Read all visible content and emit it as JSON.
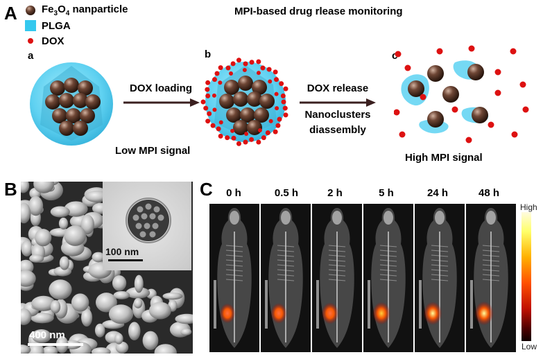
{
  "panelA": {
    "letter": "A",
    "title": "MPI-based drug rlease monitoring",
    "legend": [
      {
        "id": "fe",
        "main": "Fe",
        "sub1": "3",
        "mid": "O",
        "sub2": "4",
        "tail": " nanparticle",
        "color": "#5a3a2a"
      },
      {
        "id": "plga",
        "text": "PLGA",
        "color": "#34c8ee"
      },
      {
        "id": "dox",
        "text": "DOX",
        "color": "#dd1111"
      }
    ],
    "stages": [
      "a",
      "b",
      "c"
    ],
    "arrow1": "DOX loading",
    "arrow2": [
      "DOX release",
      "Nanoclusters",
      "diassembly"
    ],
    "low_signal": "Low MPI signal",
    "high_signal": "High MPI signal"
  },
  "panelB": {
    "letter": "B",
    "scale_main": "400 nm",
    "scale_inset": "100 nm"
  },
  "panelC": {
    "letter": "C",
    "times": [
      "0 h",
      "0.5 h",
      "2 h",
      "5 h",
      "24 h",
      "48 h"
    ],
    "intensities": [
      0.35,
      0.45,
      0.6,
      0.75,
      0.85,
      0.95
    ],
    "colorbar_high": "High",
    "colorbar_low": "Low"
  }
}
